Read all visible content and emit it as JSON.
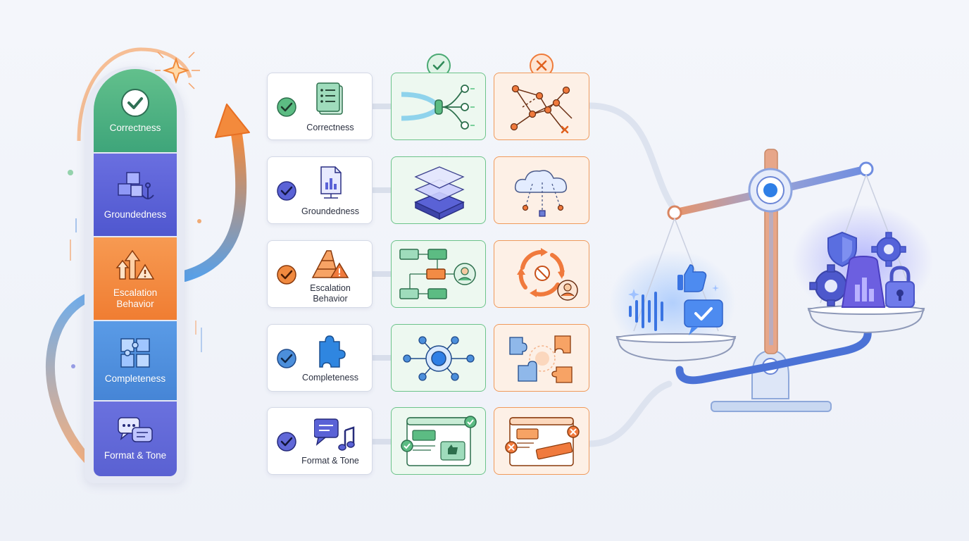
{
  "criteria": [
    {
      "id": "correctness",
      "label": "Correctness",
      "color": "#4aa97b"
    },
    {
      "id": "groundedness",
      "label": "Groundedness",
      "color": "#5a62d6"
    },
    {
      "id": "escalation",
      "label": "Escalation\nBehavior",
      "color": "#f3823a"
    },
    {
      "id": "completeness",
      "label": "Completeness",
      "color": "#4c8fdb"
    },
    {
      "id": "format",
      "label": "Format & Tone",
      "color": "#6168d8"
    }
  ],
  "pass_badge_color": "#5cbc83",
  "fail_badge_color": "#f07a3d",
  "icons": {
    "pass": "check-circle-icon",
    "fail": "x-circle-icon",
    "scale": "balance-scale-icon"
  }
}
